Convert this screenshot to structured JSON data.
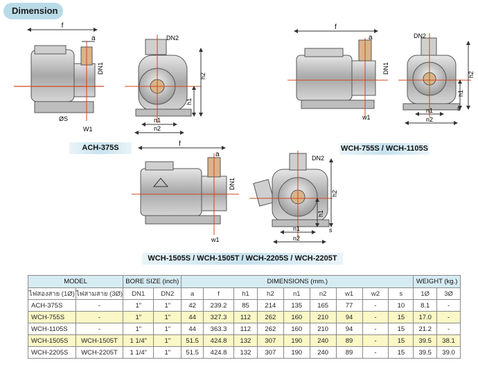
{
  "title": "Dimension",
  "captions": {
    "ach": "ACH-375S",
    "wch_small": "WCH-755S / WCH-1105S",
    "wch_large": "WCH-1505S / WCH-1505T / WCH-2205S / WCH-2205T"
  },
  "drawing_labels": {
    "f": "f",
    "a": "a",
    "dn1": "DN1",
    "dn2": "DN2",
    "h1": "h1",
    "h2": "h2",
    "n1": "n1",
    "n2": "n2",
    "s": "s",
    "os": "ØS",
    "w1": "W1",
    "w1_lower": "w1"
  },
  "table": {
    "headers": {
      "model": "MODEL",
      "bore": "BORE SIZE (inch)",
      "dimensions": "DIMENSIONS (mm.)",
      "weight": "WEIGHT (kg.)"
    },
    "subheaders": {
      "single": "ไฟสองสาย (1Ø)",
      "three": "ไฟสามสาย (3Ø)",
      "dn1": "DN1",
      "dn2": "DN2",
      "a": "a",
      "f": "f",
      "h1": "h1",
      "h2": "h2",
      "n1": "n1",
      "n2": "n2",
      "w1": "w1",
      "w2": "w2",
      "s": "s",
      "w1ph": "1Ø",
      "w3ph": "3Ø"
    },
    "rows": [
      [
        "ACH-375S",
        "-",
        "1\"",
        "1\"",
        "42",
        "239.2",
        "85",
        "214",
        "135",
        "165",
        "77",
        "-",
        "10",
        "8.1",
        "-"
      ],
      [
        "WCH-755S",
        "-",
        "1\"",
        "1\"",
        "44",
        "327.3",
        "112",
        "262",
        "160",
        "210",
        "94",
        "-",
        "15",
        "17.0",
        "-"
      ],
      [
        "WCH-1105S",
        "-",
        "1\"",
        "1\"",
        "44",
        "363.3",
        "112",
        "262",
        "160",
        "210",
        "94",
        "-",
        "15",
        "21.2",
        "-"
      ],
      [
        "WCH-1505S",
        "WCH-1505T",
        "1 1/4\"",
        "1\"",
        "51.5",
        "424.8",
        "132",
        "307",
        "190",
        "240",
        "89",
        "-",
        "15",
        "39.5",
        "38.1"
      ],
      [
        "WCH-2205S",
        "WCH-2205T",
        "1 1/4\"",
        "1\"",
        "51.5",
        "424.8",
        "132",
        "307",
        "190",
        "240",
        "89",
        "-",
        "15",
        "39.5",
        "39.0"
      ]
    ]
  }
}
